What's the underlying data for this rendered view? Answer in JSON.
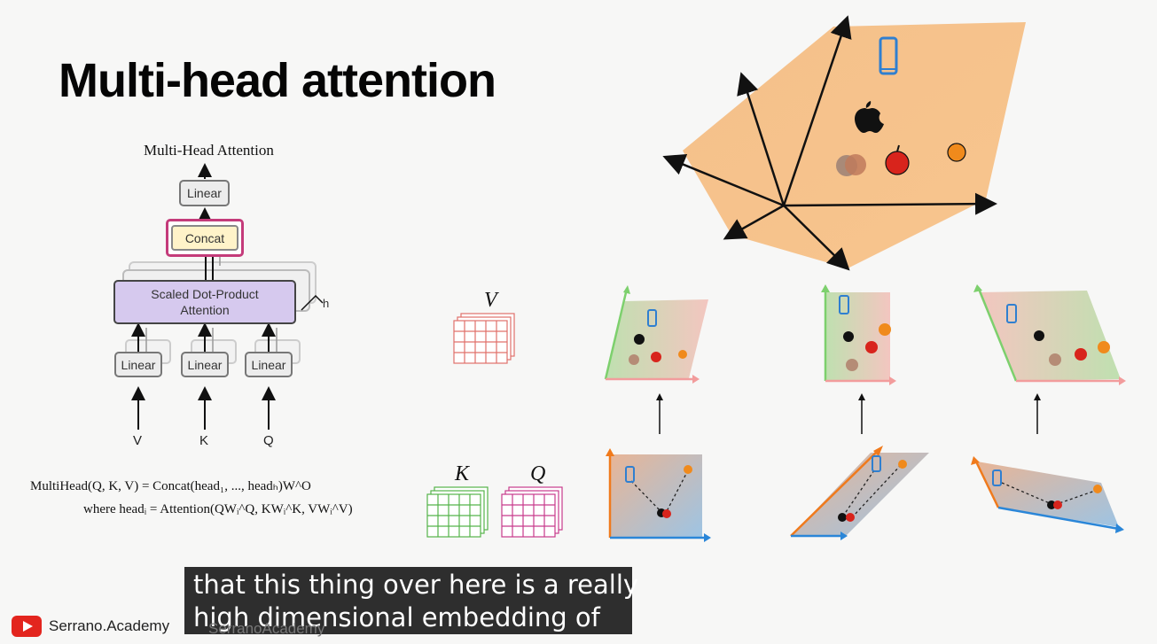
{
  "slide": {
    "title": "Multi-head attention"
  },
  "diagram": {
    "heading": "Multi-Head Attention",
    "linear_top": "Linear",
    "concat": "Concat",
    "attention_line1": "Scaled Dot-Product",
    "attention_line2": "Attention",
    "h_label": "h",
    "linear_inputs": [
      "Linear",
      "Linear",
      "Linear"
    ],
    "inputs": [
      "V",
      "K",
      "Q"
    ]
  },
  "formula": {
    "line1": "MultiHead(Q, K, V) = Concat(head₁, ..., headₕ)W^O",
    "line2": "where headᵢ = Attention(QWᵢ^Q, KWᵢ^K, VWᵢ^V)"
  },
  "matrices": {
    "v_label": "V",
    "k_label": "K",
    "q_label": "Q"
  },
  "caption": {
    "line1": "that this thing over here is a really",
    "line2": "high dimensional embedding of"
  },
  "brand": {
    "name": "Serrano.Academy",
    "secondary": "SerranoAcademy"
  },
  "icons": [
    "youtube-icon",
    "phone-icon",
    "apple-logo-icon",
    "apple-fruit-icon",
    "orange-fruit-icon"
  ],
  "colors": {
    "concat_border": "#c43b7a",
    "attention_fill": "#d6c9ee",
    "v_matrix": "#e0706a",
    "k_matrix": "#55b34a",
    "q_matrix": "#c83b8c",
    "caption_bg": "#121212"
  }
}
